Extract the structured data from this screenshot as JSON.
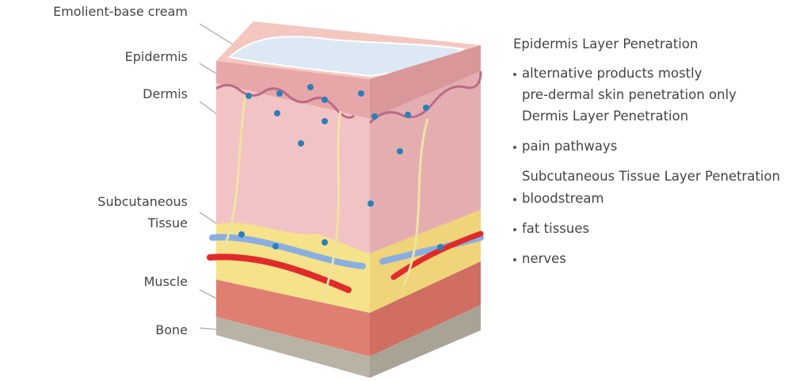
{
  "labels": {
    "cream": "Emolient-base cream",
    "epidermis": "Epidermis",
    "dermis": "Dermis",
    "subcutaneous": [
      "Subcutaneous",
      "Tissue"
    ],
    "muscle": "Muscle",
    "bone": "Bone"
  },
  "panel": {
    "epidermis_heading": "Epidermis Layer Penetration",
    "epidermis_items": [
      "alternative products mostly",
      "pre-dermal skin penetration only"
    ],
    "dermis_heading": "Dermis Layer Penetration",
    "dermis_items": [
      "pain pathways"
    ],
    "subcutaneous_heading": "Subcutaneous Tissue Layer Penetration",
    "subcutaneous_items": [
      "bloodstream",
      "fat tissues",
      "nerves"
    ]
  },
  "colors": {
    "epidermis": "#e7a7a8",
    "dermis": "#f2c3c4",
    "fat": "#f5e28a",
    "muscle": "#df7f72",
    "bone": "#b9b3a6",
    "cream": "#dce9f4",
    "artery": "#e02b2b",
    "vein": "#8aaee0",
    "nerve": "#efe2a6",
    "particle": "#2a7fb8"
  }
}
